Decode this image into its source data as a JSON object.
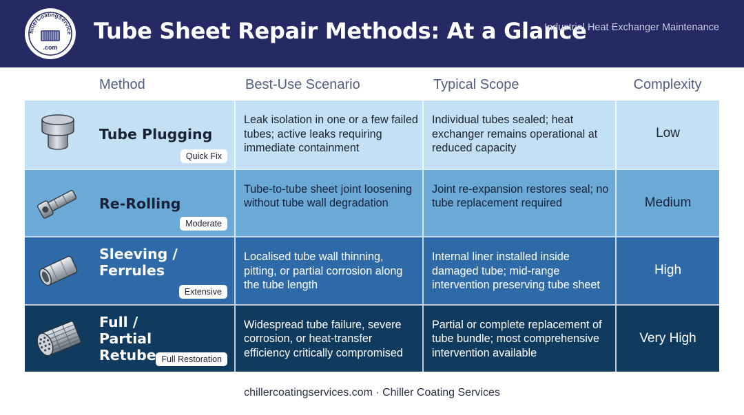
{
  "header": {
    "logo_text_top": "ChillerCoatingServices",
    "logo_text_bottom": ".com",
    "title": "Tube Sheet Repair Methods: At a Glance",
    "subtitle": "Industrial Heat Exchanger Maintenance"
  },
  "columns": {
    "method": "Method",
    "scenario": "Best-Use Scenario",
    "scope": "Typical Scope",
    "complexity": "Complexity"
  },
  "rows": [
    {
      "icon": "tube-plug-icon",
      "method": "Tube Plugging",
      "badge": "Quick Fix",
      "scenario": "Leak isolation in one or a few failed tubes; active leaks requiring immediate containment",
      "scope": "Individual tubes sealed; heat exchanger remains operational at reduced capacity",
      "complexity": "Low"
    },
    {
      "icon": "tube-roller-icon",
      "method": "Re-Rolling",
      "badge": "Moderate",
      "scenario": "Tube-to-tube sheet joint loosening without tube wall degradation",
      "scope": "Joint re-expansion restores seal; no tube replacement required",
      "complexity": "Medium"
    },
    {
      "icon": "tube-sleeve-icon",
      "method": "Sleeving / Ferrules",
      "badge": "Extensive",
      "scenario": "Localised tube wall thinning, pitting, or partial corrosion along the tube length",
      "scope": "Internal liner installed inside damaged tube; mid-range intervention preserving tube sheet",
      "complexity": "High"
    },
    {
      "icon": "tube-bundle-icon",
      "method": "Full / Partial Retube",
      "badge": "Full Restoration",
      "scenario": "Widespread tube failure, severe corrosion, or heat-transfer efficiency critically compromised",
      "scope": "Partial or complete replacement of tube bundle; most comprehensive intervention available",
      "complexity": "Very High"
    }
  ],
  "footer": "chillercoatingservices.com · Chiller Coating Services"
}
